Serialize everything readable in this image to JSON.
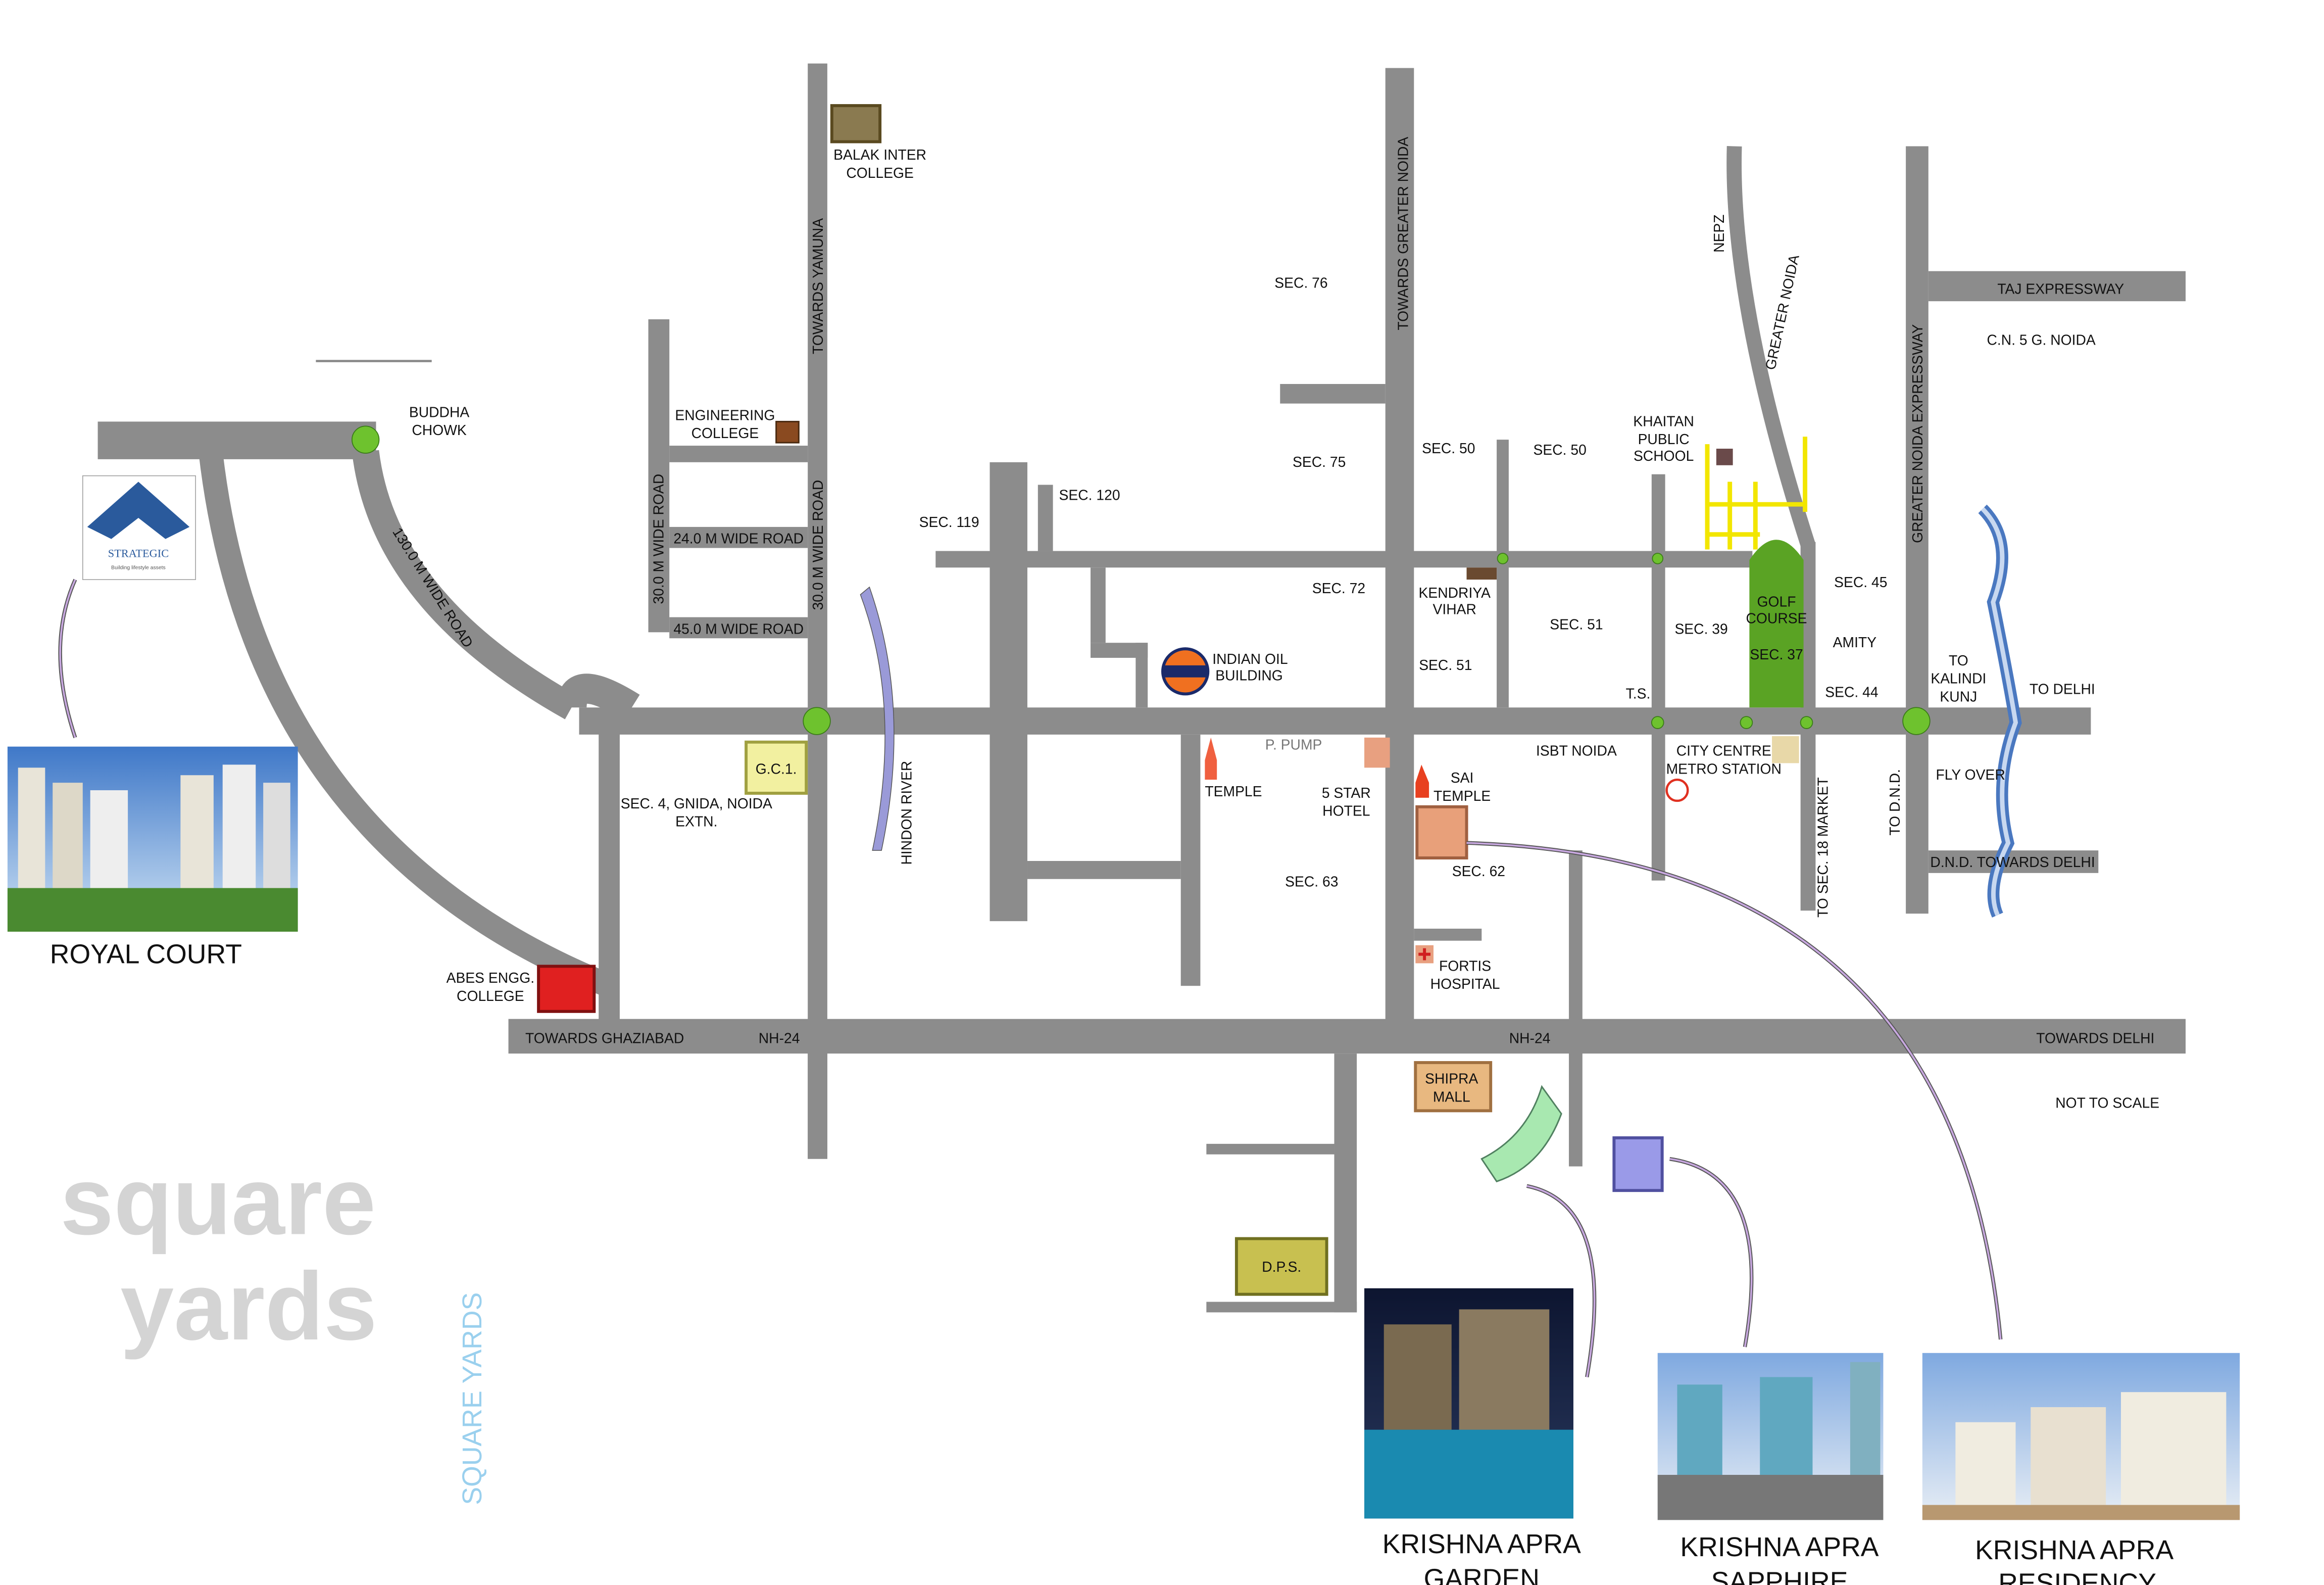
{
  "colors": {
    "road": "#8c8c8c",
    "junction": "#6ec22e",
    "golf_course": "#5aa324",
    "river": "#9a9ad8",
    "dnd_river": "#4a78c0",
    "school_grid": "#f2e600",
    "arrow": "#b08cc8",
    "logo": "#2a5a9c"
  },
  "logo": {
    "name": "STRATEGIC",
    "tagline": "Building lifestyle assets"
  },
  "watermark": {
    "line1": "square",
    "line2": "yards",
    "vertical": "SQUARE YARDS"
  },
  "labels": [
    "BALAK INTER",
    "COLLEGE",
    "TOWARDS YAMUNA",
    "SEC. 76",
    "TOWARDS GREATER NOIDA",
    "NEPZ",
    "GREATER NOIDA",
    "TAJ EXPRESSWAY",
    "C.N. 5 G. NOIDA",
    "GREATER NOIDA EXPRESSWAY",
    "BUDDHA",
    "CHOWK",
    "ENGINEERING",
    "COLLEGE",
    "SEC. 75",
    "SEC. 50",
    "SEC. 50",
    "KHAITAN",
    "PUBLIC",
    "SCHOOL",
    "SEC. 120",
    "SEC. 119",
    "30.0 M WIDE ROAD",
    "24.0 M WIDE ROAD",
    "30.0 M WIDE ROAD",
    "45.0 M WIDE ROAD",
    "130.0 M WIDE ROAD",
    "SEC. 72",
    "KENDRIYA",
    "VIHAR",
    "SEC. 51",
    "SEC. 39",
    "GOLF",
    "COURSE",
    "SEC. 37",
    "SEC. 45",
    "AMITY",
    "INDIAN OIL",
    "BUILDING",
    "SEC. 51",
    "T.S.",
    "SEC. 44",
    "TO",
    "KALINDI",
    "KUNJ",
    "TO DELHI",
    "P. PUMP",
    "ISBT NOIDA",
    "CITY CENTRE",
    "METRO STATION",
    "G.C.1.",
    "SEC. 4, GNIDA, NOIDA",
    "EXTN.",
    "HINDON RIVER",
    "TEMPLE",
    "5 STAR",
    "HOTEL",
    "SAI",
    "TEMPLE",
    "TO SEC. 18 MARKET",
    "TO D.N.D.",
    "FLY OVER",
    "SEC. 62",
    "SEC. 63",
    "D.N.D. TOWARDS DELHI",
    "ABES ENGG.",
    "COLLEGE",
    "FORTIS",
    "HOSPITAL",
    "TOWARDS GHAZIABAD",
    "NH-24",
    "NH-24",
    "TOWARDS DELHI",
    "SHIPRA",
    "MALL",
    "NOT TO SCALE",
    "D.P.S."
  ],
  "projects": [
    {
      "line1": "ROYAL COURT",
      "line2": ""
    },
    {
      "line1": "KRISHNA APRA",
      "line2": "GARDEN"
    },
    {
      "line1": "KRISHNA APRA",
      "line2": "SAPPHIRE"
    },
    {
      "line1": "KRISHNA APRA",
      "line2": "RESIDENCY"
    }
  ]
}
